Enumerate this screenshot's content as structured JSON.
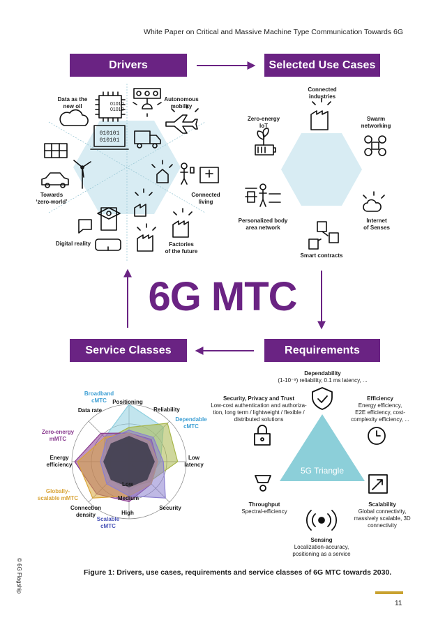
{
  "header": {
    "title": "White Paper on Critical and Massive Machine Type Communication Towards 6G"
  },
  "banners": {
    "drivers": "Drivers",
    "use_cases": "Selected Use Cases",
    "service_classes": "Service Classes",
    "requirements": "Requirements"
  },
  "center_title": "6G MTC",
  "drivers": {
    "data_oil": [
      "Data as the",
      "new oil"
    ],
    "autonomous": [
      "Autonomous",
      "mobility"
    ],
    "zero_world": [
      "Towards",
      "‘zero-world’"
    ],
    "connected_living": [
      "Connected",
      "living"
    ],
    "digital_reality": "Digital reality",
    "factories": [
      "Factories",
      "of the future"
    ],
    "binary": [
      "010101",
      "010101"
    ]
  },
  "use_cases": {
    "connected_industries": [
      "Connected",
      "industries"
    ],
    "zero_energy": [
      "Zero-energy",
      "IoT"
    ],
    "swarm": [
      "Swarm",
      "networking"
    ],
    "body_area": [
      "Personalized body",
      "area network"
    ],
    "senses": [
      "Internet",
      "of Senses"
    ],
    "smart_contracts": "Smart contracts"
  },
  "requirements": {
    "triangle_label": "5G Triangle",
    "dependability": {
      "title": "Dependability",
      "desc": [
        "(1-10⁻⁹) reliability, 0.1 ms latency, ..."
      ]
    },
    "security": {
      "title": "Security, Privacy and Trust",
      "desc": [
        "Low-cost authentication and authoriza-",
        "tion, long term / lightweight / flexible /",
        "distributed solutions"
      ]
    },
    "efficiency": {
      "title": "Efficiency",
      "desc": [
        "Energy efficiency,",
        "E2E efficiency, cost-",
        "complexity efficiency, ..."
      ]
    },
    "throughput": {
      "title": "Throughput",
      "desc": [
        "Spectral-efficiency"
      ]
    },
    "scalability": {
      "title": "Scalability",
      "desc": [
        "Global connectivity,",
        "massively scalable, 3D",
        "connectivity"
      ]
    },
    "sensing": {
      "title": "Sensing",
      "desc": [
        "Localization-accuracy,",
        "positioning as a service"
      ]
    }
  },
  "radar": {
    "axes": [
      "Positioning",
      "Reliability",
      "Low latency",
      "Security",
      "High",
      "Connection density",
      "Energy efficiency",
      "Data rate"
    ],
    "axis_labels": {
      "positioning": "Positioning",
      "reliability": "Reliability",
      "low_latency": [
        "Low",
        "latency"
      ],
      "security": "Security",
      "connection_density": [
        "Connection",
        "density"
      ],
      "energy_efficiency": [
        "Energy",
        "efficiency"
      ],
      "data_rate": "Data rate"
    },
    "scale_labels": [
      "Low",
      "Medium",
      "High"
    ],
    "series_labels": {
      "broadband": [
        "Broadband",
        "cMTC"
      ],
      "dependable": [
        "Dependable",
        "cMTC"
      ],
      "zero_energy": [
        "Zero-energy",
        "mMTC"
      ],
      "globally": [
        "Globally-",
        "scalable mMTC"
      ],
      "scalable": [
        "Scalable",
        "cMTC"
      ]
    },
    "series": [
      {
        "name": "Broadband cMTC",
        "color": "#8fd0e0",
        "values": [
          1.0,
          0.85,
          0.55,
          0.45,
          0.5,
          0.45,
          0.45,
          0.6
        ]
      },
      {
        "name": "Dependable cMTC",
        "color": "#a7b64a",
        "values": [
          0.6,
          0.95,
          0.85,
          0.5,
          0.45,
          0.45,
          0.4,
          0.55
        ]
      },
      {
        "name": "Zero-energy mMTC",
        "color": "#8a3b8f",
        "values": [
          0.5,
          0.55,
          0.5,
          0.55,
          0.7,
          0.8,
          0.95,
          0.7
        ]
      },
      {
        "name": "Globally-scalable mMTC",
        "color": "#d9a53a",
        "values": [
          0.5,
          0.5,
          0.5,
          0.55,
          0.6,
          0.9,
          0.9,
          0.6
        ]
      },
      {
        "name": "Scalable cMTC",
        "color": "#8b7fd0",
        "values": [
          0.55,
          0.6,
          0.6,
          0.9,
          0.6,
          0.55,
          0.5,
          0.55
        ]
      }
    ]
  },
  "caption": "Figure 1: Drivers, use cases, requirements and service classes of 6G MTC towards 2030.",
  "copyright": "© 6G Flagship",
  "page_number": "11",
  "colors": {
    "purple": "#6a2383",
    "hex_blue": "#d8ecf3",
    "triangle": "#8ccfd9",
    "gold": "#c9a230"
  }
}
